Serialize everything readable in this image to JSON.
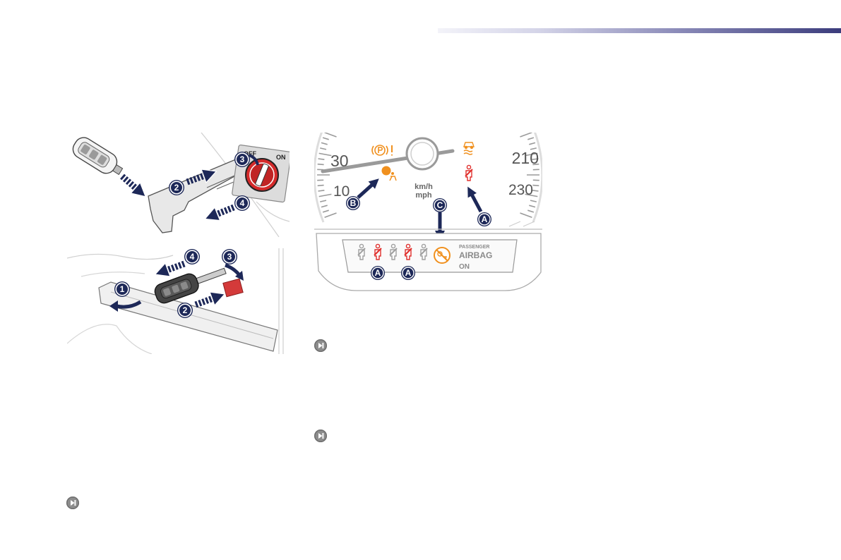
{
  "page": {
    "accent_bar_colors": [
      "#f3f3f9",
      "#3b3c7c"
    ]
  },
  "figure_key_switch": {
    "badges": [
      "2",
      "3",
      "4"
    ],
    "switch_off_label": "OFF",
    "switch_on_label": "ON",
    "colors": {
      "callout": "#1d2858",
      "switch": "#d42a2a"
    }
  },
  "figure_glovebox": {
    "badges": [
      "1",
      "2",
      "3",
      "4"
    ]
  },
  "figure_cluster": {
    "speed_labels": [
      "30",
      "10",
      "210",
      "230"
    ],
    "unit_kmh": "km/h",
    "unit_mph": "mph",
    "callouts": {
      "a": "A",
      "b": "B",
      "c": "C"
    },
    "panel": {
      "line1": "PASSENGER",
      "line2": "AIRBAG",
      "line3": "ON",
      "callouts": [
        "A",
        "A"
      ]
    },
    "icons": [
      "parking-brake-icon",
      "airbag-warning-icon",
      "esp-icon",
      "seatbelt-icon",
      "passenger-airbag-off-icon"
    ],
    "colors": {
      "warning": "#f0901e",
      "alert": "#e0302d"
    }
  },
  "nav_icons": [
    "next-icon",
    "next-icon",
    "next-icon"
  ]
}
